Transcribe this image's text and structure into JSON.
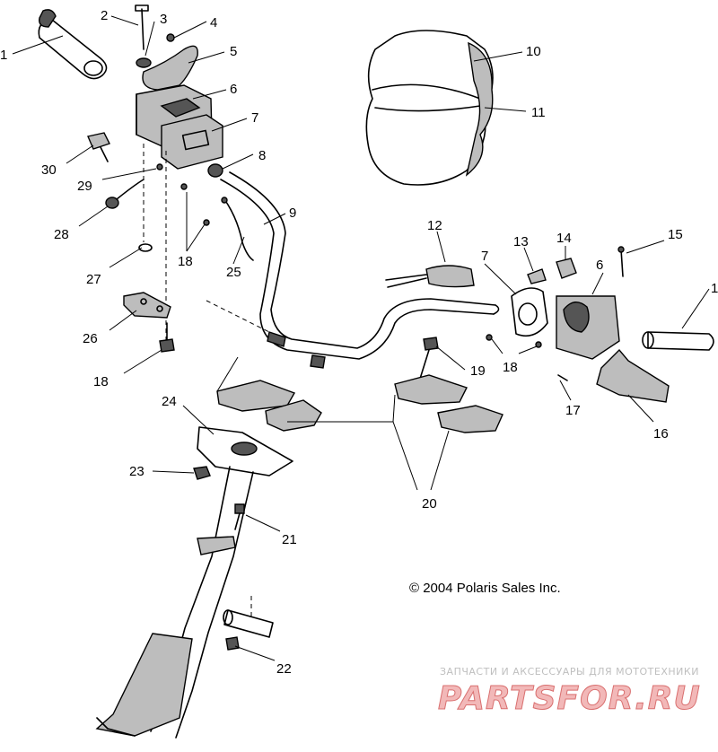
{
  "copyright": "© 2004 Polaris Sales Inc.",
  "watermark": {
    "tagline": "ЗАПЧАСТИ И АКСЕССУАРЫ ДЛЯ МОТОТЕХНИКИ",
    "brand": "PARTSFOR.RU"
  },
  "callouts": [
    "1",
    "2",
    "3",
    "4",
    "5",
    "6",
    "7",
    "8",
    "9",
    "10",
    "11",
    "12",
    "13",
    "14",
    "15",
    "1",
    "6",
    "7",
    "16",
    "17",
    "18",
    "18",
    "18",
    "19",
    "20",
    "21",
    "22",
    "23",
    "24",
    "25",
    "26",
    "27",
    "28",
    "29",
    "30"
  ]
}
